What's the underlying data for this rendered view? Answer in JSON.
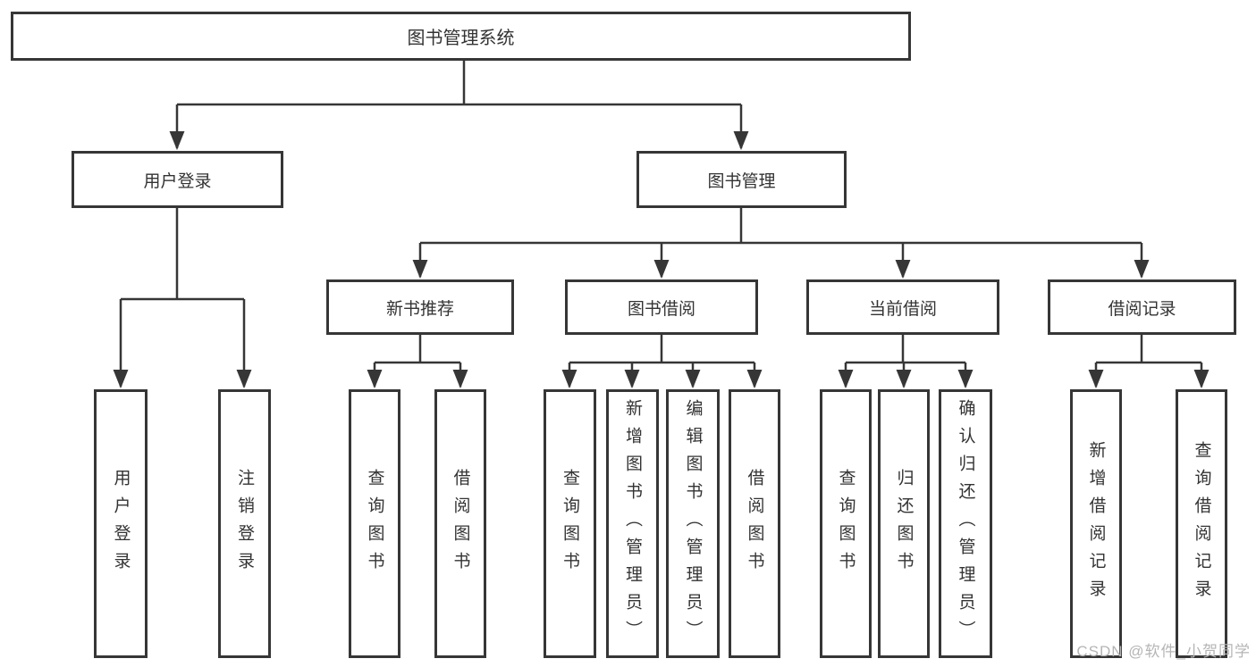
{
  "diagram": {
    "root": {
      "label": "图书管理系统"
    },
    "level2": [
      {
        "label": "用户登录"
      },
      {
        "label": "图书管理"
      }
    ],
    "level3": [
      {
        "label": "新书推荐"
      },
      {
        "label": "图书借阅"
      },
      {
        "label": "当前借阅"
      },
      {
        "label": "借阅记录"
      }
    ],
    "leaves": {
      "user_login": [
        "用户登录",
        "注销登录"
      ],
      "new_book": [
        "查询图书",
        "借阅图书"
      ],
      "book_borrow": [
        "查询图书",
        "新增图书（管理员）",
        "编辑图书（管理员）",
        "借阅图书"
      ],
      "current_borrow": [
        "查询图书",
        "归还图书",
        "确认归还（管理员）"
      ],
      "borrow_record": [
        "新增借阅记录",
        "查询借阅记录"
      ]
    }
  },
  "watermark": {
    "text": "CSDN @软件_小贺同学"
  },
  "colors": {
    "line": "#363636",
    "text": "#333333",
    "watermark": "#b5b5b5",
    "background": "#ffffff"
  }
}
